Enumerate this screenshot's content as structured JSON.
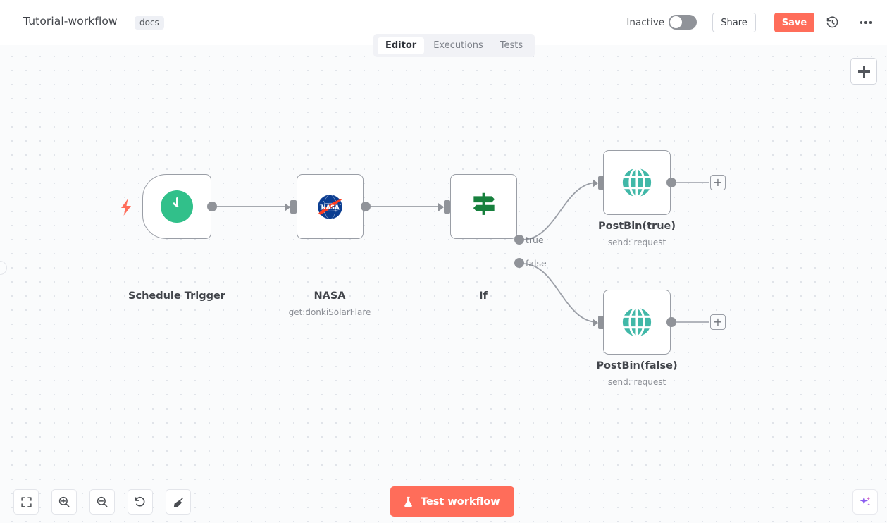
{
  "header": {
    "workflow_title": "Tutorial-workflow",
    "docs_tag": "docs",
    "active_state_label": "Inactive",
    "share_label": "Share",
    "save_label": "Save",
    "history_icon": "history-icon",
    "more_icon": "more-options-icon"
  },
  "tabs": [
    {
      "label": "Editor",
      "active": true
    },
    {
      "label": "Executions",
      "active": false
    },
    {
      "label": "Tests",
      "active": false
    }
  ],
  "canvas": {
    "nodes": [
      {
        "id": "schedule-trigger",
        "label": "Schedule Trigger",
        "sublabel": "",
        "icon": "clock-icon",
        "type": "trigger"
      },
      {
        "id": "nasa",
        "label": "NASA",
        "sublabel": "get:donkiSolarFlare",
        "icon": "nasa-logo-icon",
        "type": "action"
      },
      {
        "id": "if",
        "label": "If",
        "sublabel": "",
        "icon": "signpost-icon",
        "type": "conditional",
        "outputs": [
          "true",
          "false"
        ]
      },
      {
        "id": "postbin-true",
        "label": "PostBin(true)",
        "sublabel": "send: request",
        "icon": "globe-icon",
        "type": "action"
      },
      {
        "id": "postbin-false",
        "label": "PostBin(false)",
        "sublabel": "send: request",
        "icon": "globe-icon",
        "type": "action"
      }
    ],
    "add_node_icon": "plus-icon",
    "trigger_bolt_icon": "lightning-bolt-icon"
  },
  "toolbar": {
    "items": [
      {
        "name": "fit-to-view",
        "icon": "fullscreen-icon"
      },
      {
        "name": "zoom-in",
        "icon": "zoom-in-icon"
      },
      {
        "name": "zoom-out",
        "icon": "zoom-out-icon"
      },
      {
        "name": "reset-zoom",
        "icon": "undo-icon"
      },
      {
        "name": "tidy-up",
        "icon": "broom-icon"
      }
    ],
    "test_workflow_label": "Test workflow",
    "test_workflow_icon": "flask-icon",
    "ai_assistant_icon": "sparkle-icon"
  },
  "colors": {
    "accent": "#ff6d5a",
    "trigger_green": "#31c08a",
    "if_green": "#17803d",
    "globe_teal": "#41b8a8",
    "node_border": "#9a9ea6",
    "canvas_bg": "#fafbfc"
  }
}
